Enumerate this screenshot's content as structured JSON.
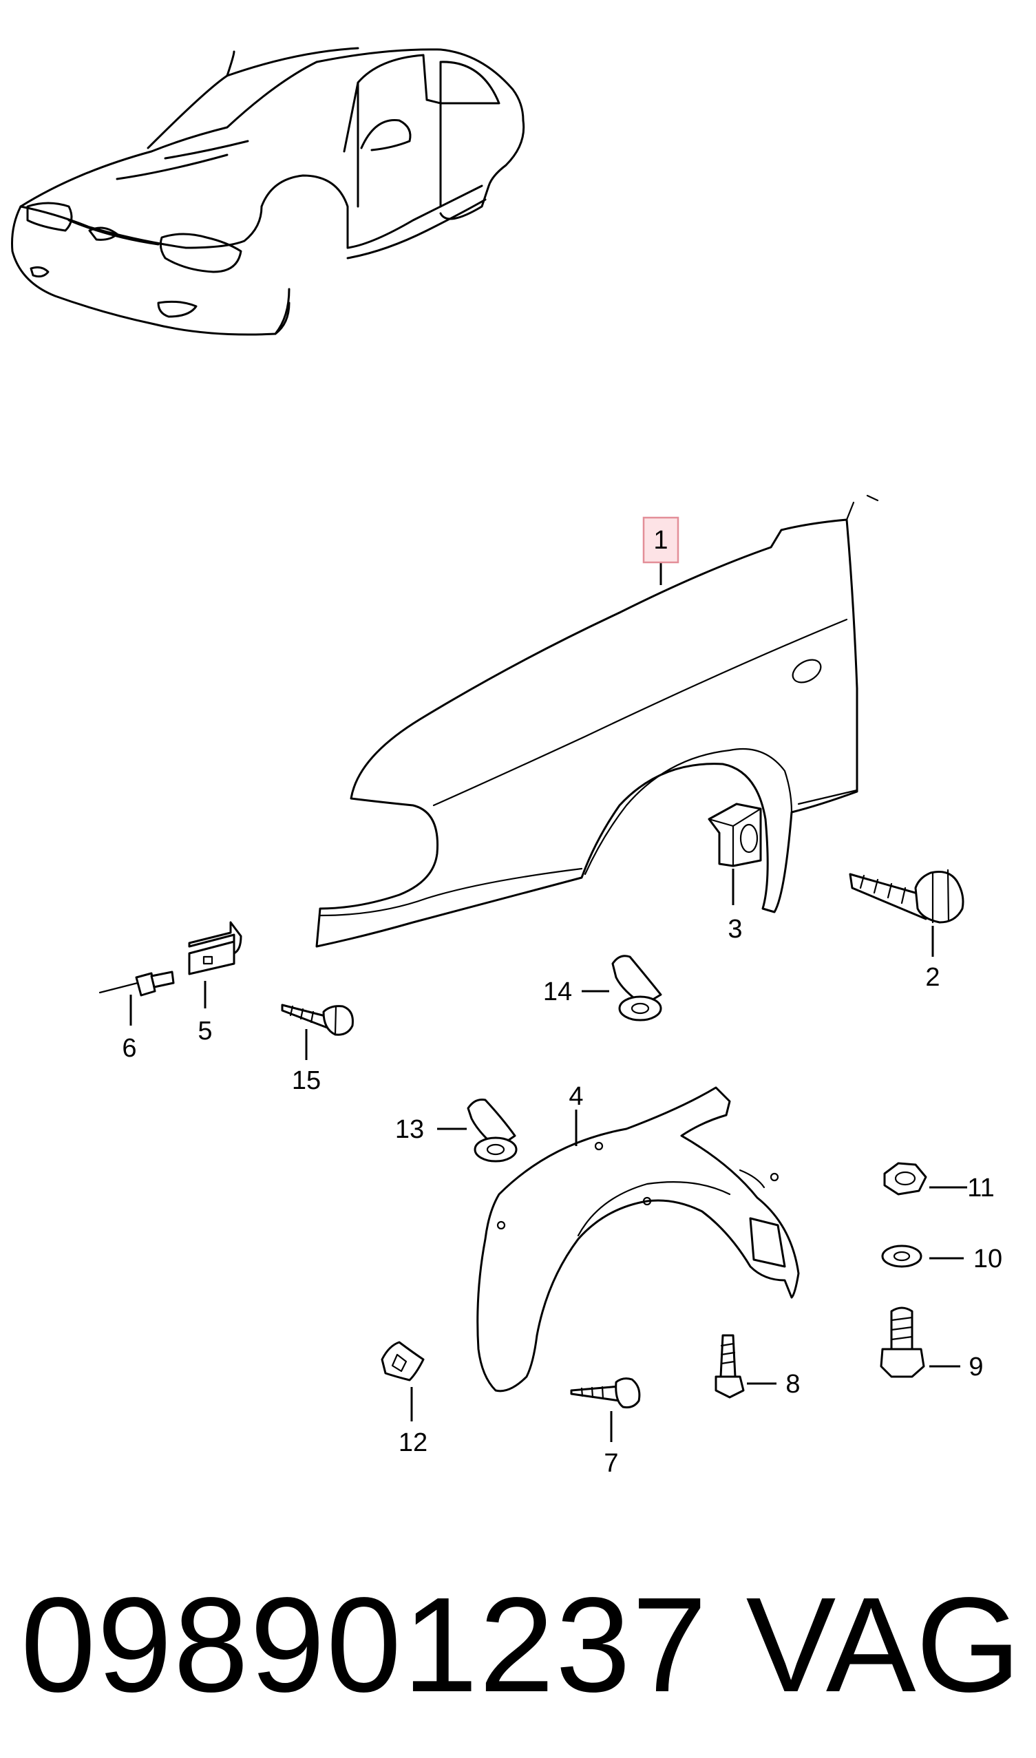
{
  "callouts": {
    "c1": "1",
    "c2": "2",
    "c3": "3",
    "c4": "4",
    "c5": "5",
    "c6": "6",
    "c7": "7",
    "c8": "8",
    "c9": "9",
    "c10": "10",
    "c11": "11",
    "c12": "12",
    "c13": "13",
    "c14": "14",
    "c15": "15"
  },
  "highlighted_callout": "1",
  "footer": {
    "part_number": "098901237",
    "brand": "VAG"
  },
  "colors": {
    "highlight_fill": "#fde3e6",
    "highlight_stroke": "#e38e98",
    "ink": "#000000",
    "background": "#ffffff"
  }
}
